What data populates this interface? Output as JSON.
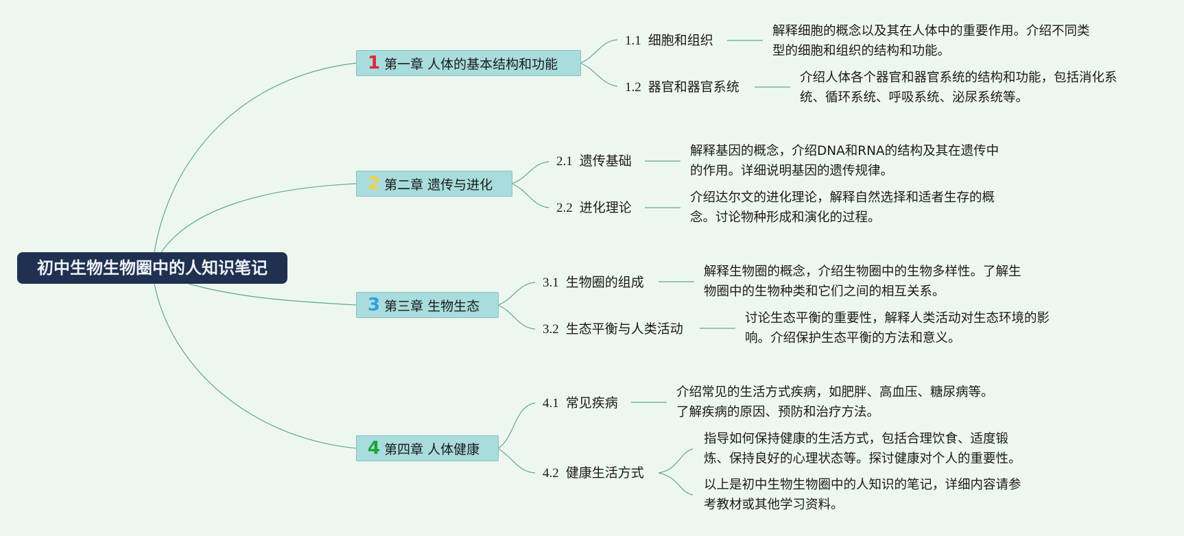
{
  "root": {
    "title": "初中生物生物圈中的人知识笔记"
  },
  "colors": {
    "root_bg": "#1f3050",
    "chapter_bg": "#a9dcdc",
    "connector": "#5aa894",
    "num1": "#e0263a",
    "num2": "#f1cf4a",
    "num3": "#2e9fe0",
    "num4": "#1fa23a"
  },
  "chapters": [
    {
      "num": "1",
      "title": "第一章  人体的基本结构和功能",
      "sections": [
        {
          "code": "1.1",
          "title": "细胞和组织",
          "desc": [
            "解释细胞的概念以及其在人体中的重要作用。介绍不同类",
            "型的细胞和组织的结构和功能。"
          ]
        },
        {
          "code": "1.2",
          "title": "器官和器官系统",
          "desc": [
            "介绍人体各个器官和器官系统的结构和功能，包括消化系",
            "统、循环系统、呼吸系统、泌尿系统等。"
          ]
        }
      ]
    },
    {
      "num": "2",
      "title": "第二章  遗传与进化",
      "sections": [
        {
          "code": "2.1",
          "title": "遗传基础",
          "desc": [
            "解释基因的概念，介绍DNA和RNA的结构及其在遗传中",
            "的作用。详细说明基因的遗传规律。"
          ]
        },
        {
          "code": "2.2",
          "title": "进化理论",
          "desc": [
            "介绍达尔文的进化理论，解释自然选择和适者生存的概",
            "念。讨论物种形成和演化的过程。"
          ]
        }
      ]
    },
    {
      "num": "3",
      "title": "第三章  生物生态",
      "sections": [
        {
          "code": "3.1",
          "title": "生物圈的组成",
          "desc": [
            "解释生物圈的概念，介绍生物圈中的生物多样性。了解生",
            "物圈中的生物种类和它们之间的相互关系。"
          ]
        },
        {
          "code": "3.2",
          "title": "生态平衡与人类活动",
          "desc": [
            "讨论生态平衡的重要性，解释人类活动对生态环境的影",
            "响。介绍保护生态平衡的方法和意义。"
          ]
        }
      ]
    },
    {
      "num": "4",
      "title": "第四章  人体健康",
      "sections": [
        {
          "code": "4.1",
          "title": "常见疾病",
          "desc": [
            "介绍常见的生活方式疾病，如肥胖、高血压、糖尿病等。",
            "了解疾病的原因、预防和治疗方法。"
          ]
        },
        {
          "code": "4.2",
          "title": "健康生活方式",
          "desc": [
            "指导如何保持健康的生活方式，包括合理饮食、适度锻",
            "炼、保持良好的心理状态等。探讨健康对个人的重要性。"
          ],
          "desc2": [
            "以上是初中生物生物圈中的人知识的笔记，详细内容请参",
            "考教材或其他学习资料。"
          ]
        }
      ]
    }
  ]
}
